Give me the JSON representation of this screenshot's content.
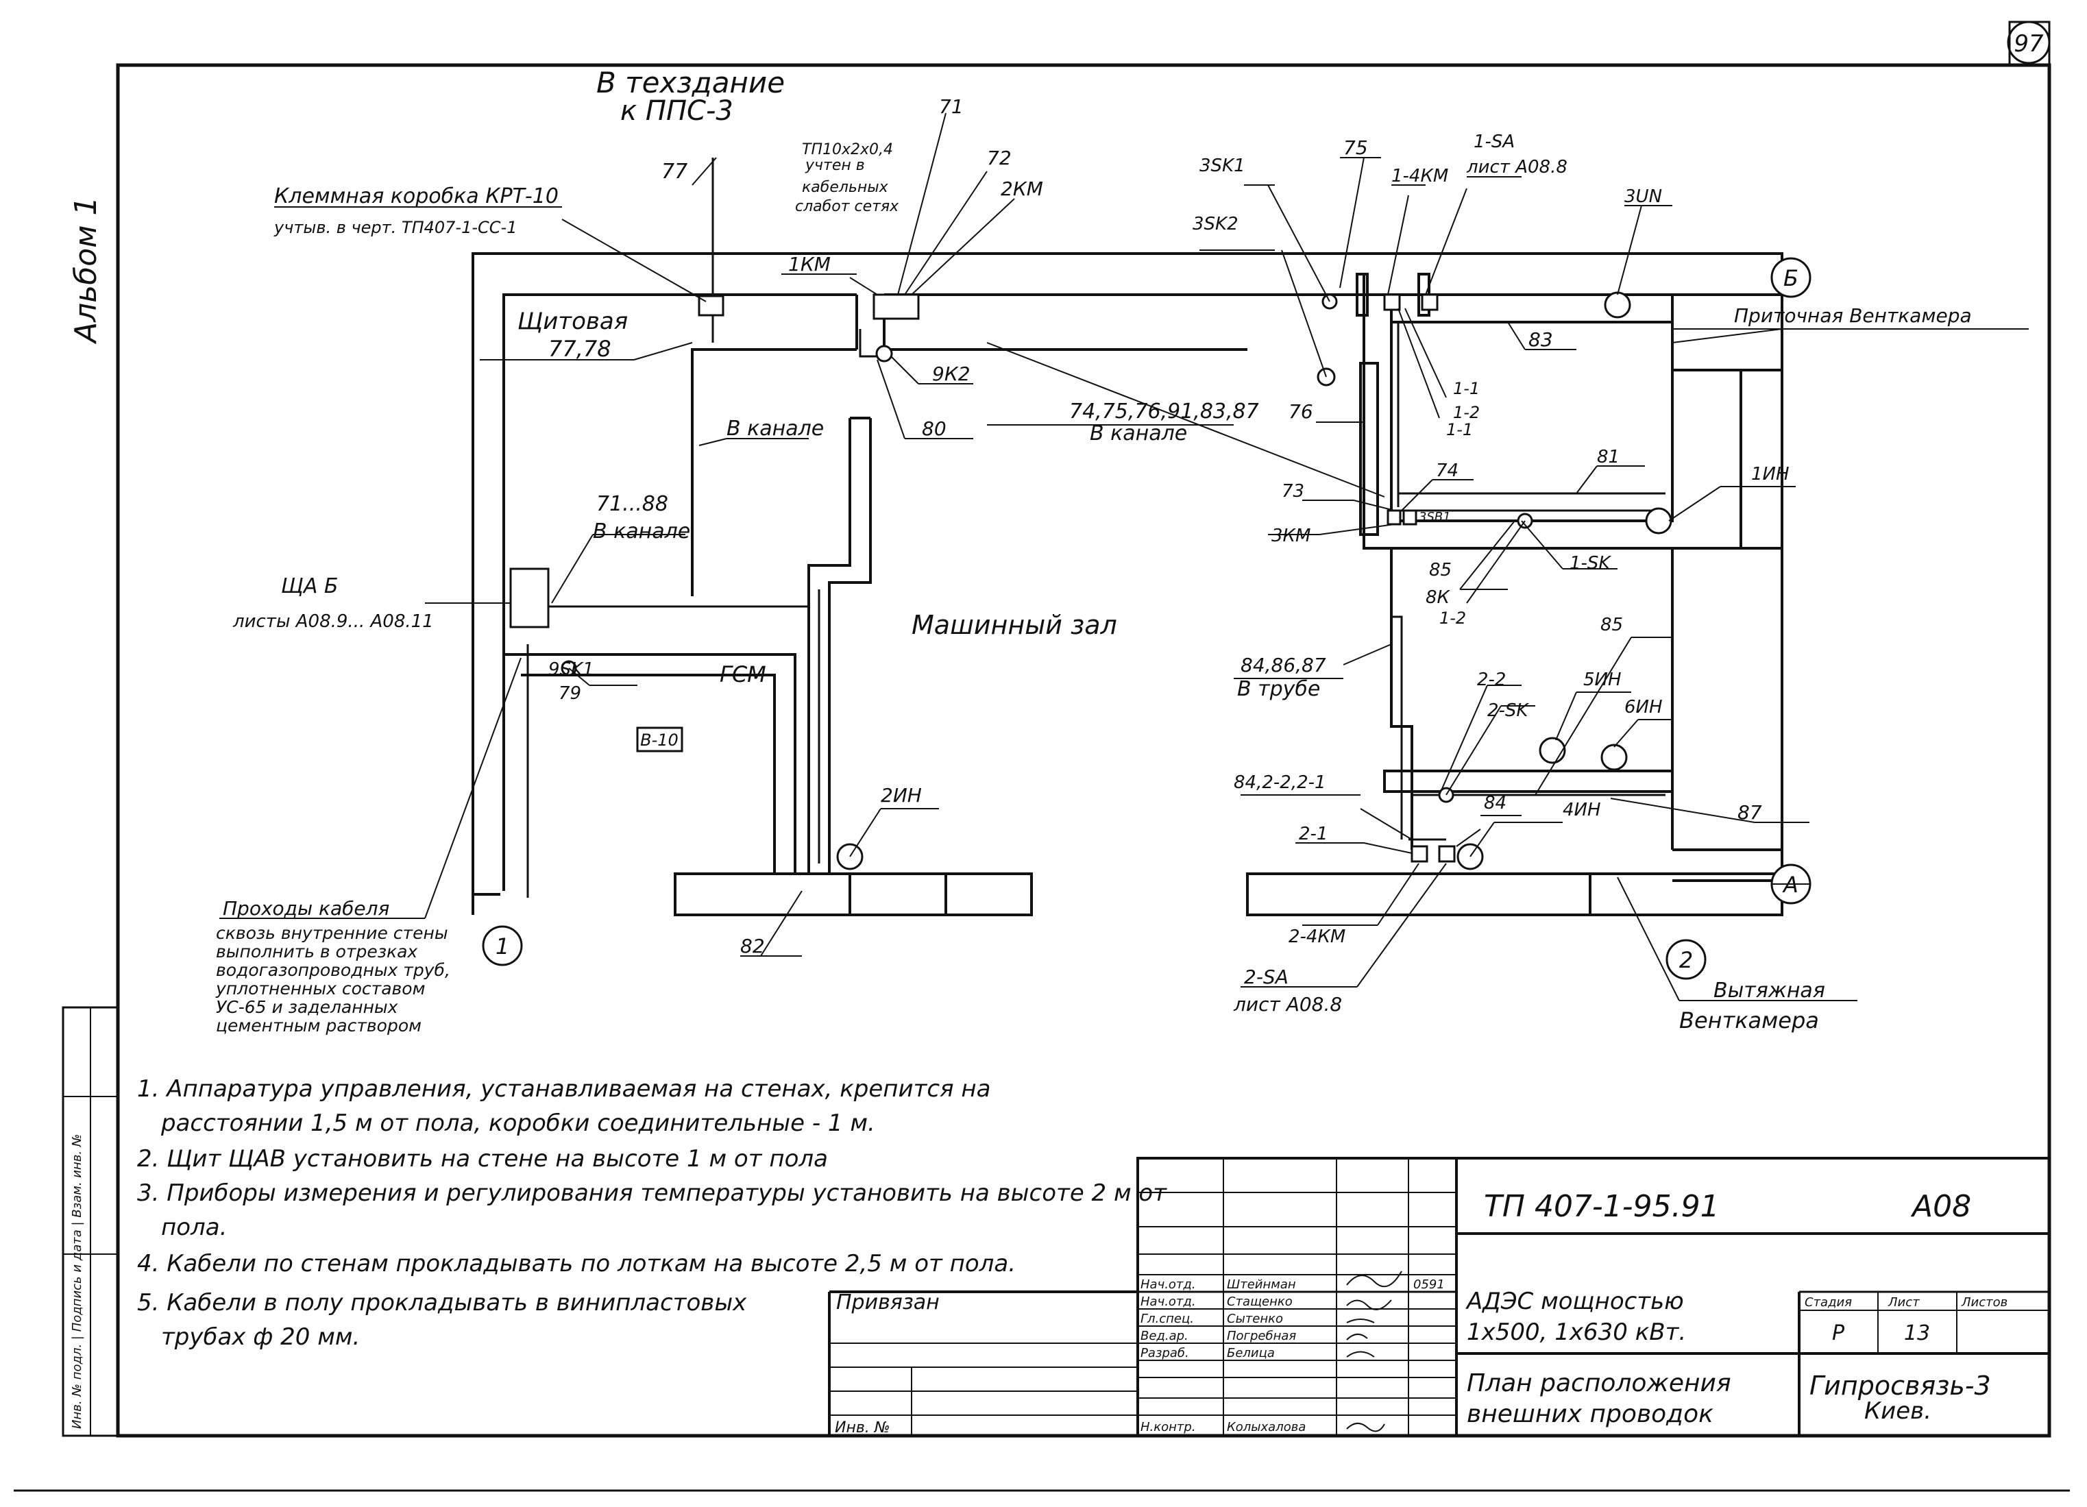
{
  "sheet": {
    "page_no": "97",
    "album": "Альбом 1"
  },
  "plan": {
    "top_heading_1": "В техздание",
    "top_heading_2": "к ППС-3",
    "rooms": {
      "switch_room": "Щитовая",
      "machine_hall": "Машинный зал",
      "gsm": "ГСМ",
      "supply_chamber": "Приточная Венткамера",
      "exhaust_chamber_1": "Вытяжная",
      "exhaust_chamber_2": "Венткамера",
      "room_code": "В-10"
    },
    "axes": {
      "b": "Б",
      "a": "А",
      "one": "1",
      "two": "2"
    },
    "labels": {
      "terminal_box_1": "Клеммная коробка КРТ-10",
      "terminal_box_2": "учтыв. в черт. ТП407-1-СС-1",
      "tp_note_1": "ТП10х2х0,4",
      "tp_note_2": "учтен в",
      "tp_note_3": "кабельных",
      "tp_note_4": "слабот сетях",
      "n77": "77",
      "n71": "71",
      "n72": "72",
      "km2": "2КМ",
      "km1": "1КМ",
      "n7778": "77,78",
      "sk2_9": "9К2",
      "n80": "80",
      "in_channel": "В канале",
      "list_74": "74,75,76,91,83,87",
      "in_channel_2": "В канале",
      "n71_88": "71...88",
      "in_channel_3": "В канале",
      "shchab": "ЩА Б",
      "shchab_sheets": "листы А08.9... А08.11",
      "sk1": "9SK1",
      "n79": "79",
      "in_82": "2ИН",
      "n82": "82",
      "cable_pass_1": "Проходы кабеля",
      "cable_pass_2": "сквозь внутренние стены",
      "cable_pass_3": "выполнить в отрезках",
      "cable_pass_4": "водогазопроводных труб,",
      "cable_pass_5": "уплотненных составом",
      "cable_pass_6": "УС-65 и заделанных",
      "cable_pass_7": "цементным раствором",
      "sk1_3": "3SK1",
      "sk2_3": "3SK2",
      "n75": "75",
      "n76": "76",
      "km1_4": "1-4КМ",
      "sa1": "1-SA",
      "sa1_sheet": "лист А08.8",
      "un3": "3UN",
      "n83": "83",
      "n11": "1-1",
      "n12": "1-2",
      "n11b": "1-1",
      "n73": "73",
      "n74": "74",
      "km3": "3КМ",
      "sb1": "3SB1",
      "n81": "81",
      "in1": "1ИН",
      "n85": "85",
      "n8k": "8К",
      "n12b": "1-2",
      "sk1_1": "1-SK",
      "n8687": "84,86,87",
      "in_tube": "В трубе",
      "n85b": "85",
      "in5": "5ИН",
      "n22": "2-2",
      "sk2_2": "2-SK",
      "in6": "6ИН",
      "n84list": "84,2-2,2-1",
      "n84": "84",
      "in4": "4ИН",
      "n21": "2-1",
      "n87": "87",
      "km2_4": "2-4КМ",
      "sa2": "2-SA",
      "sa2_sheet": "лист А08.8"
    }
  },
  "notes": [
    "1. Аппаратура управления, устанавливаемая на стенах, крепится на",
    "расстоянии 1,5 м от пола, коробки соединительные - 1 м.",
    "2. Щит ЩАВ установить на стене на высоте 1 м от пола",
    "3. Приборы измерения и регулирования температуры установить на высоте 2 м от",
    "пола.",
    "4. Кабели по стенам прокладывать по лоткам на высоте 2,5 м от пола.",
    "5. Кабели в полу прокладывать в винипластовых",
    "трубах ф 20 мм."
  ],
  "title_block": {
    "doc_code": "ТП 407-1-95.91",
    "sheet_code": "А08",
    "object_1": "АДЭС мощностью",
    "object_2": "1х500, 1х630 кВт.",
    "title_1": "План расположения",
    "title_2": "внешних проводок",
    "stage_h": "Стадия",
    "sheet_h": "Лист",
    "sheets_h": "Листов",
    "stage": "Р",
    "sheet": "13",
    "org_1": "Гипросвязь-3",
    "org_2": "Киев.",
    "bound": "Привязан",
    "inv_no": "Инв. №",
    "year": "0591",
    "roles": [
      {
        "role": "Нач.отд.",
        "name": "Штейнман"
      },
      {
        "role": "Нач.отд.",
        "name": "Стащенко"
      },
      {
        "role": "Гл.спец.",
        "name": "Сытенко"
      },
      {
        "role": "Вед.ар.",
        "name": "Погребная"
      },
      {
        "role": "Разраб.",
        "name": "Белица"
      },
      {
        "role": "Н.контр.",
        "name": "Колыхалова"
      }
    ],
    "margin_stamp": "Инв. № подл. | Подпись и дата | Взам. инв. №"
  }
}
